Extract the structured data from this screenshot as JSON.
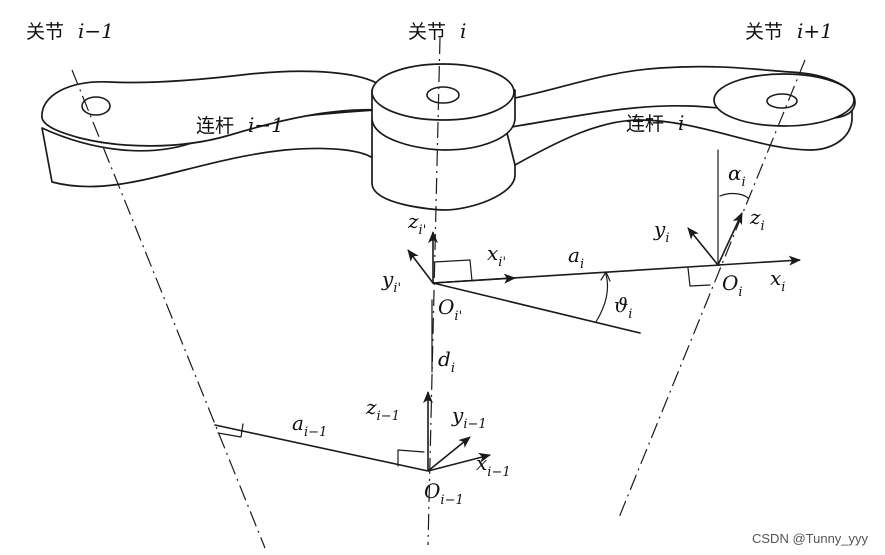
{
  "joints": {
    "prev": {
      "cn": "关节",
      "base": "i",
      "sub": "",
      "tail": "−1"
    },
    "curr": {
      "cn": "关节",
      "base": "i",
      "sub": "",
      "tail": ""
    },
    "next": {
      "cn": "关节",
      "base": "i",
      "sub": "",
      "tail": "+1"
    }
  },
  "links": {
    "prev": {
      "cn": "连杆",
      "base": "i",
      "sub": "",
      "tail": "−1"
    },
    "curr": {
      "cn": "连杆",
      "base": "i",
      "sub": "",
      "tail": ""
    }
  },
  "frame_i": {
    "z": {
      "base": "z",
      "sub": "i"
    },
    "y": {
      "base": "y",
      "sub": "i"
    },
    "x": {
      "base": "x",
      "sub": "i"
    },
    "origin": {
      "base": "O",
      "sub": "i"
    },
    "alpha": {
      "base": "α",
      "sub": "i"
    }
  },
  "frame_iprime": {
    "z": {
      "base": "z",
      "sub": "i'"
    },
    "y": {
      "base": "y",
      "sub": "i'"
    },
    "x": {
      "base": "x",
      "sub": "i'"
    },
    "origin": {
      "base": "O",
      "sub": "i'"
    }
  },
  "frame_im1": {
    "z": {
      "base": "z",
      "sub": "i−1"
    },
    "y": {
      "base": "y",
      "sub": "i−1"
    },
    "x": {
      "base": "x",
      "sub": "i−1"
    },
    "origin": {
      "base": "O",
      "sub": "i−1"
    }
  },
  "params": {
    "a_i": {
      "base": "a",
      "sub": "i"
    },
    "a_im1": {
      "base": "a",
      "sub": "i−1"
    },
    "theta": {
      "base": "ϑ",
      "sub": "i"
    },
    "d": {
      "base": "d",
      "sub": "i"
    }
  },
  "watermark": "CSDN @Tunny_yyy"
}
